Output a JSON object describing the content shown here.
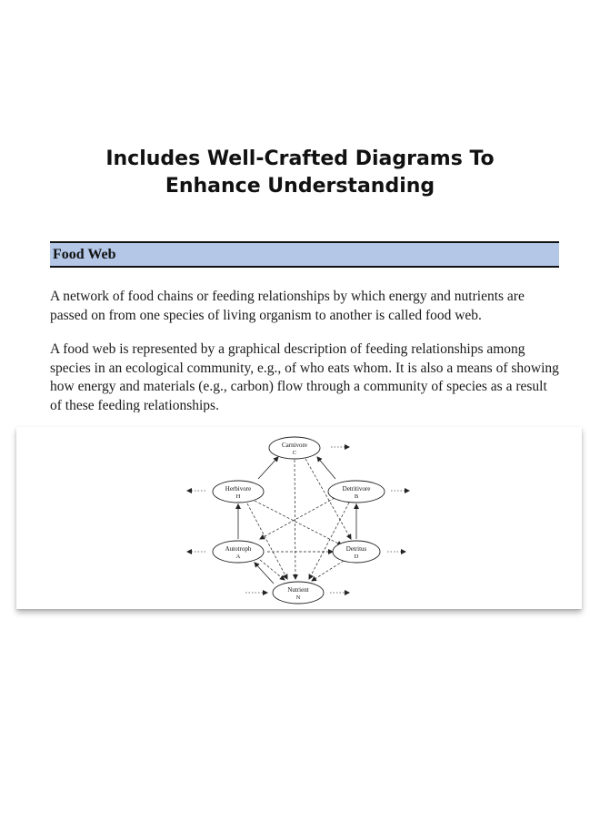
{
  "headline": {
    "line1": "Includes Well-Crafted Diagrams To",
    "line2": "Enhance Understanding"
  },
  "section": {
    "title": "Food Web",
    "paragraphs": [
      "A network of food chains or feeding relationships by which energy and nutrients are passed on from one species of living organism to another is called food web.",
      "A food web is represented by a graphical description of feeding relationships among species in an ecological community, e.g., of who eats whom. It is also a means of showing how energy and materials (e.g., carbon) flow through a community of species as a result of these feeding relationships."
    ]
  },
  "diagram": {
    "nodes": [
      {
        "id": "C",
        "name": "Carnivore",
        "code": "C"
      },
      {
        "id": "H",
        "name": "Herbivore",
        "code": "H"
      },
      {
        "id": "B",
        "name": "Detritivore",
        "code": "B"
      },
      {
        "id": "A",
        "name": "Autotroph",
        "code": "A"
      },
      {
        "id": "D",
        "name": "Detritus",
        "code": "D"
      },
      {
        "id": "N",
        "name": "Nutrient",
        "code": "N"
      }
    ]
  }
}
